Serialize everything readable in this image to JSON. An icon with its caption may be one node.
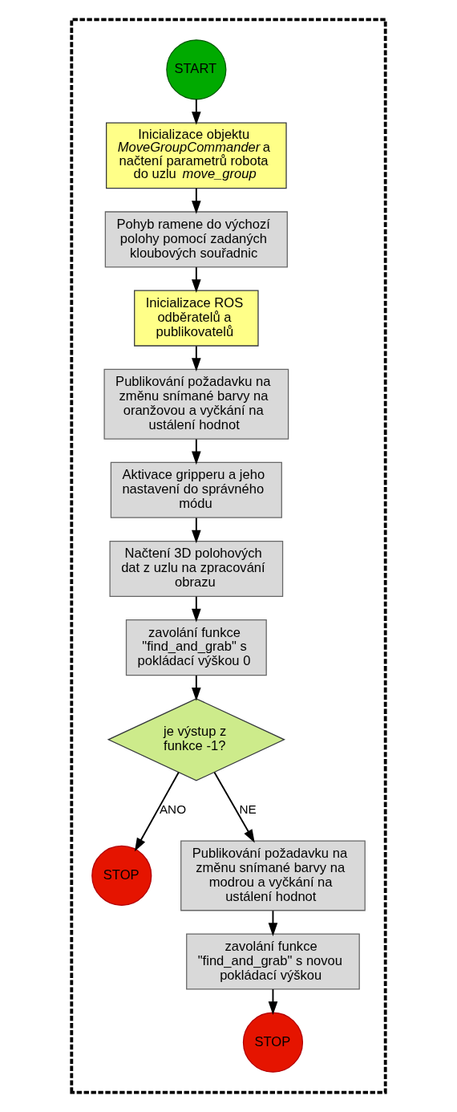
{
  "diagram": {
    "nodes": [
      {
        "text": [],
        "shape": "box"
      },
      {
        "text": [
          "START"
        ],
        "in": 0
      },
      {
        "text": [
          "Inicializace objektu *MoveGroupCommander* a načtení parametrů robota do uzlu *move_group*"
        ],
        "in": 0
      },
      {
        "text": [
          "Pohyb ramene do výchozí polohy pomocí zadaných kloubových souřadnic"
        ],
        "in": 0
      },
      {
        "text": [
          "Inicializace ROS odběratelů a publikovatelů"
        ],
        "in": 0
      },
      {
        "text": [
          "Publikování požadavku na změnu snímané barvy na oranžovou a vyčkání na ustálení hodnot"
        ],
        "in": 0
      },
      {
        "text": [
          "Aktivace gripperu a jeho nastavení do správného módu"
        ],
        "in": 0
      },
      {
        "text": [
          "Načtení 3D polohových dat z uzlu na zpracování obrazu"
        ],
        "in": 0
      },
      {
        "text": [
          "zavolání funkce \"find_and_grab\" s pokládací výškou 0"
        ],
        "in": 0
      },
      {
        "text": [
          "je výstup z funkce -1?"
        ],
        "in": 0
      },
      {
        "text": [
          "STOP"
        ],
        "in": 0
      },
      {
        "text": [
          "Publikování požadavku na změnu snímané barvy na modrou a vyčkání na ustálení hodnot"
        ],
        "in": 0
      },
      {
        "text": [
          "zavolání funkce \"find_and_grab\" s novou pokládací výškou"
        ],
        "in": 0
      },
      {
        "text": [
          "STOP"
        ],
        "in": 0
      }
    ],
    "edges": [
      {
        "from": 1,
        "to": 2,
        "arrow": "to"
      },
      {
        "from": 2,
        "to": 3,
        "arrow": "to"
      },
      {
        "from": 3,
        "to": 4,
        "arrow": "to"
      },
      {
        "from": 4,
        "to": 5,
        "arrow": "to"
      },
      {
        "from": 5,
        "to": 6,
        "arrow": "to"
      },
      {
        "from": 6,
        "to": 7,
        "arrow": "to"
      },
      {
        "from": 7,
        "to": 8,
        "arrow": "to"
      },
      {
        "from": 8,
        "to": 9,
        "arrow": "to"
      },
      {
        "from": 9,
        "to": 10,
        "arrow": "to",
        "label": "ANO"
      },
      {
        "from": 9,
        "to": 11,
        "arrow": "to",
        "label": "NE"
      },
      {
        "from": 11,
        "to": 12,
        "arrow": "to"
      },
      {
        "from": 12,
        "to": 13,
        "arrow": "to"
      }
    ]
  }
}
